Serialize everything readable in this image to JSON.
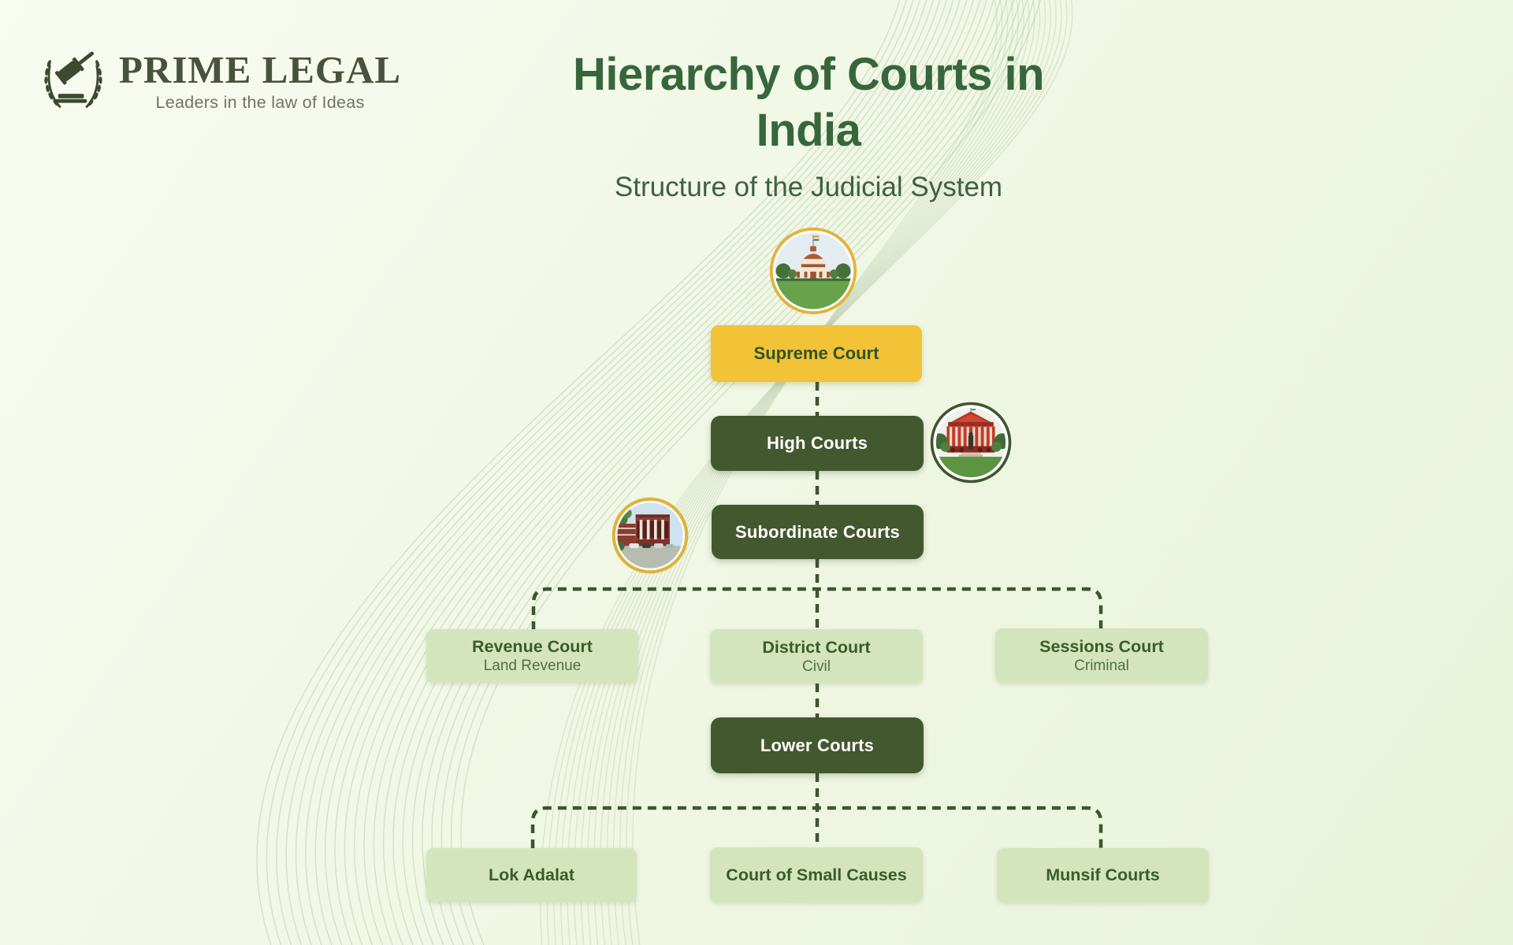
{
  "brand": {
    "name": "PRIME LEGAL",
    "tagline": "Leaders in the law of Ideas",
    "logo_icon": "laurel-wreath-gavel-icon"
  },
  "header": {
    "title_line1": "Hierarchy of Courts in",
    "title_line2": "India",
    "subtitle": "Structure of the Judicial System"
  },
  "colors": {
    "title_green": "#38663C",
    "dark_green_box": "#44582F",
    "light_green_box": "#D4E5BD",
    "accent_yellow": "#F2C237",
    "connector_dash_green": "#3E5430",
    "background_light_green": "#EFF6E2",
    "white_text": "#FFFFFF"
  },
  "nodes": {
    "supreme": {
      "label": "Supreme Court",
      "image": "supreme-court-building-photo"
    },
    "high": {
      "label": "High Courts",
      "image": "high-court-building-photo"
    },
    "subordinate": {
      "label": "Subordinate Courts",
      "image": "subordinate-court-building-photo"
    },
    "lower": {
      "label": "Lower Courts"
    }
  },
  "subordinate_branches": [
    {
      "title": "Revenue Court",
      "subtitle": "Land Revenue"
    },
    {
      "title": "District Court",
      "subtitle": "Civil"
    },
    {
      "title": "Sessions Court",
      "subtitle": "Criminal"
    }
  ],
  "lower_branches": [
    {
      "title": "Lok Adalat"
    },
    {
      "title": "Court of Small Causes"
    },
    {
      "title": "Munsif Courts"
    }
  ]
}
